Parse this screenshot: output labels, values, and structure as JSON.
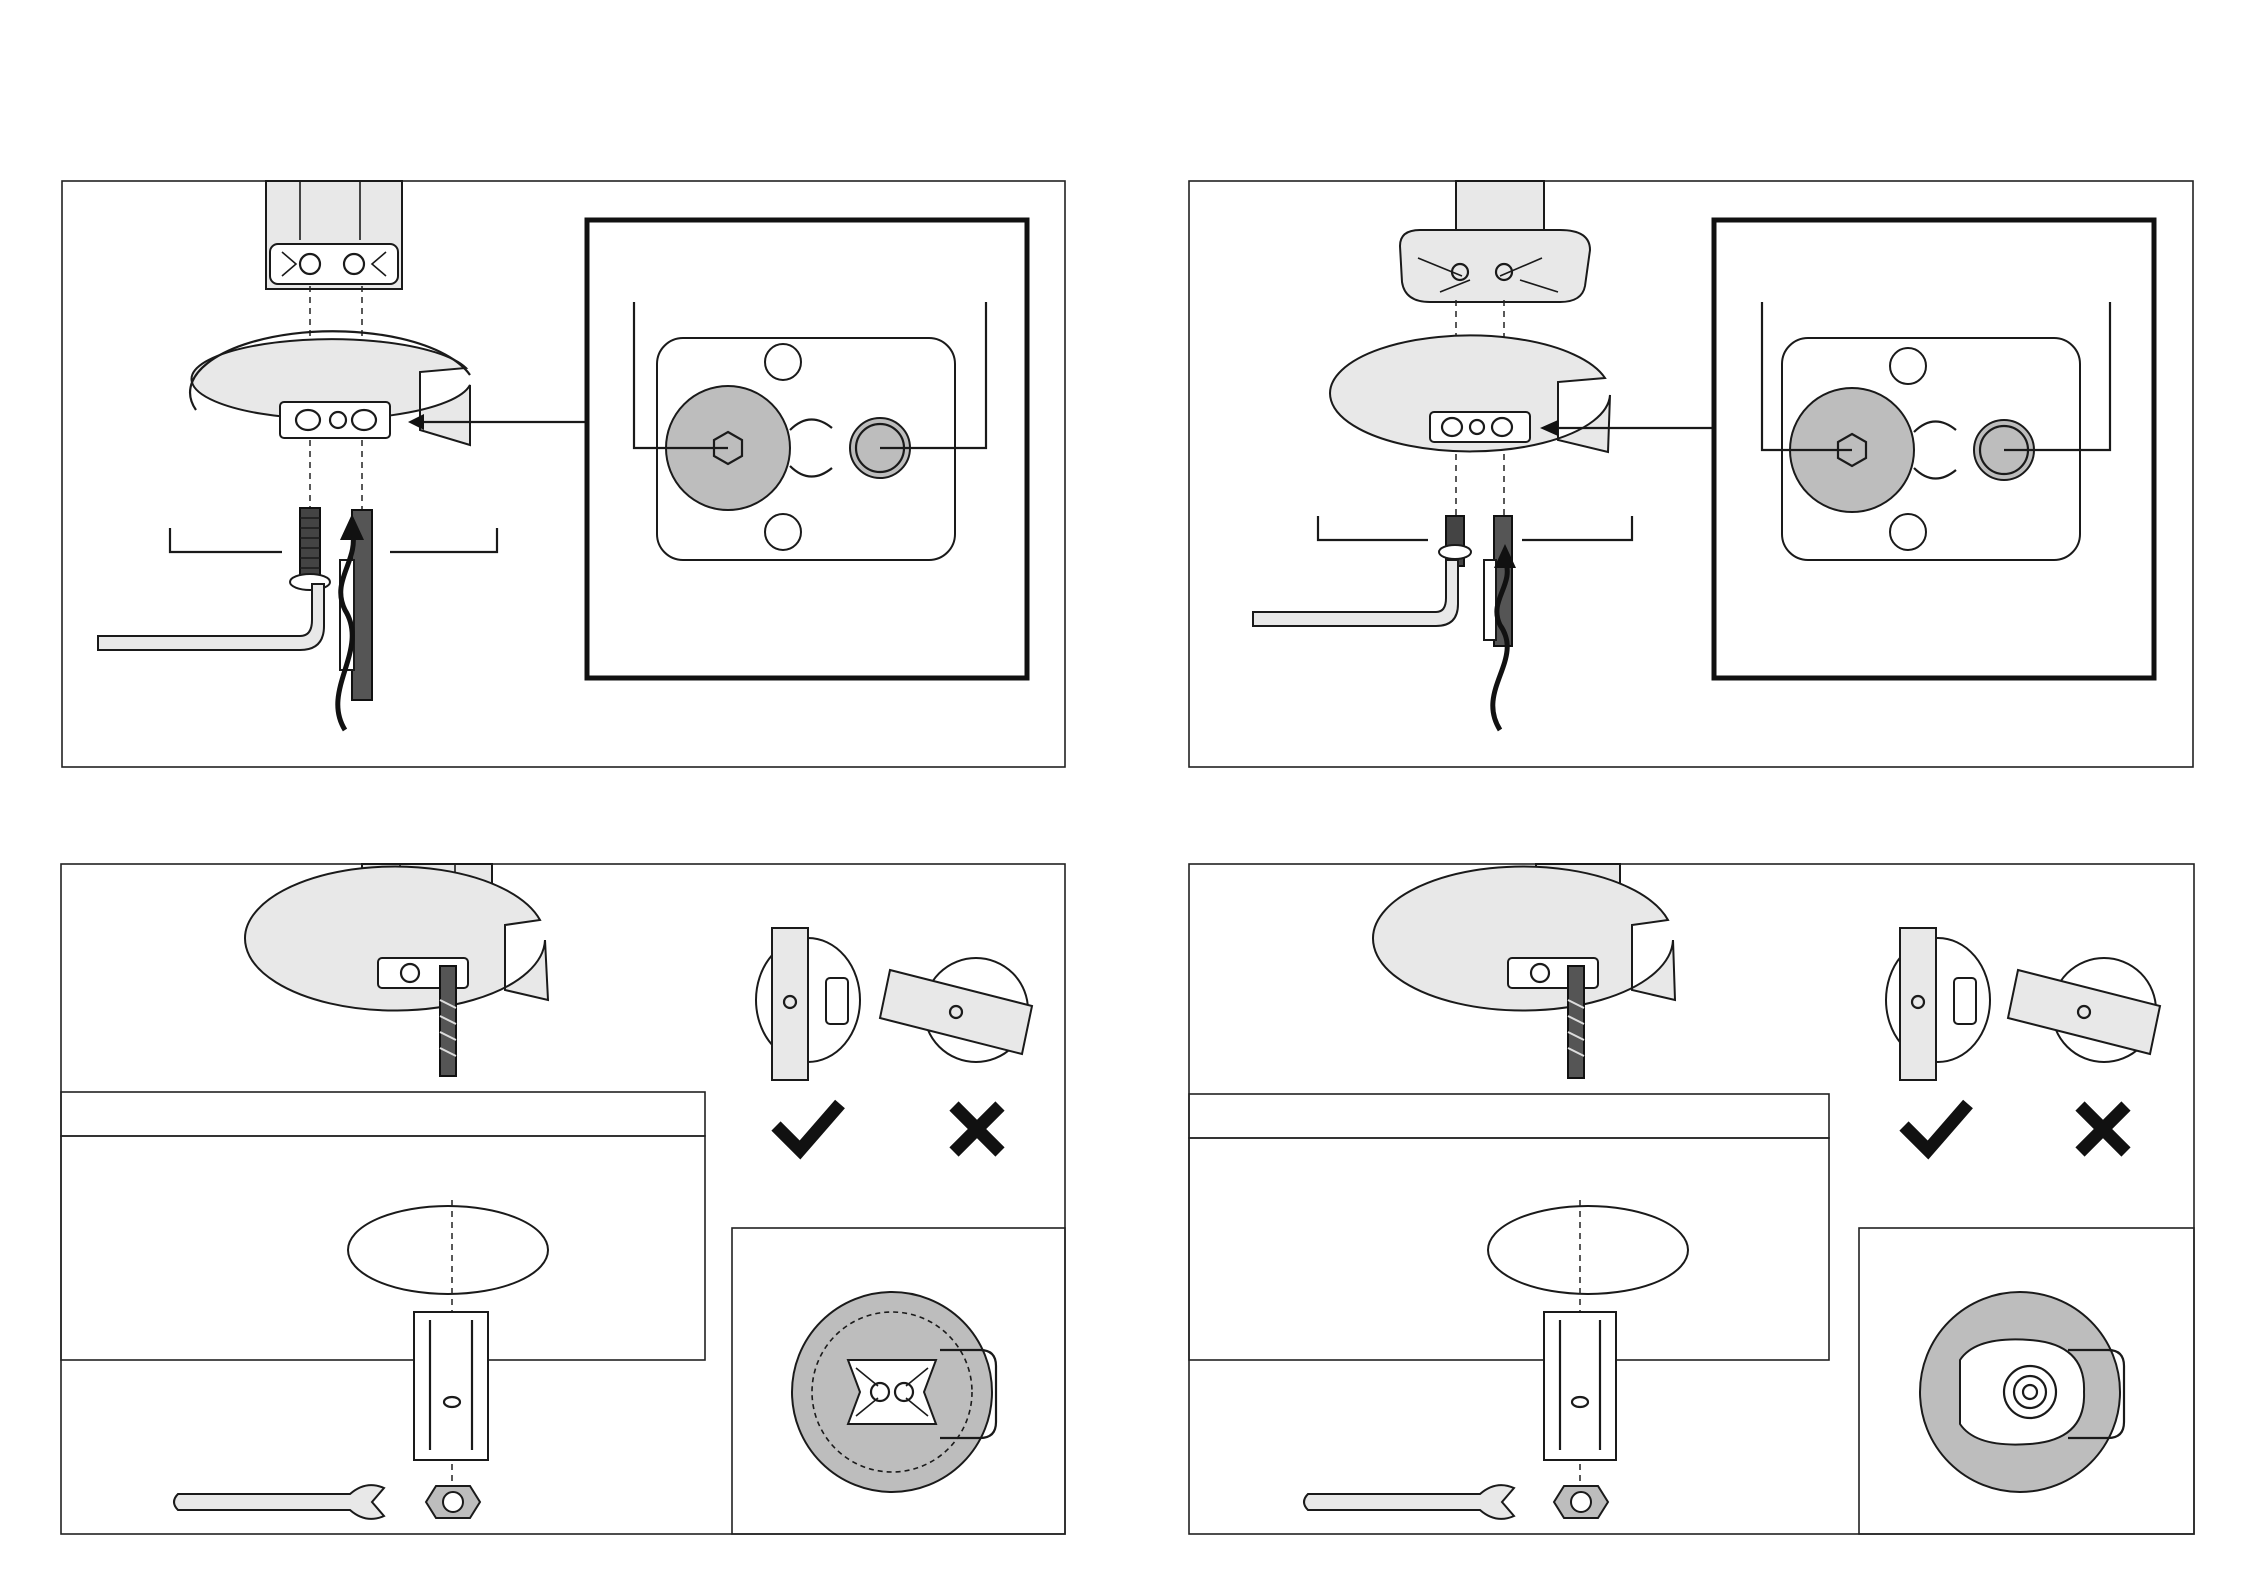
{
  "document": {
    "panels": [
      {
        "id": "panel-1",
        "part": "pole-clamp-with-plate"
      },
      {
        "id": "panel-2",
        "part": "pole-clamp-with-adapter"
      },
      {
        "id": "panel-3",
        "part": "desk-clamp-mounting"
      },
      {
        "id": "panel-4",
        "part": "desk-clamp-mounting-alt"
      }
    ],
    "icons": {
      "correct": "check-mark-icon",
      "incorrect": "cross-mark-icon",
      "hex_key": "hex-key-icon",
      "wrench": "open-end-wrench-icon",
      "nut": "hex-nut-icon"
    },
    "colors": {
      "line": "#1a1a1a",
      "part_fill": "#e8e8e8",
      "detail_fill": "#bdbdbd",
      "background": "#ffffff"
    }
  }
}
